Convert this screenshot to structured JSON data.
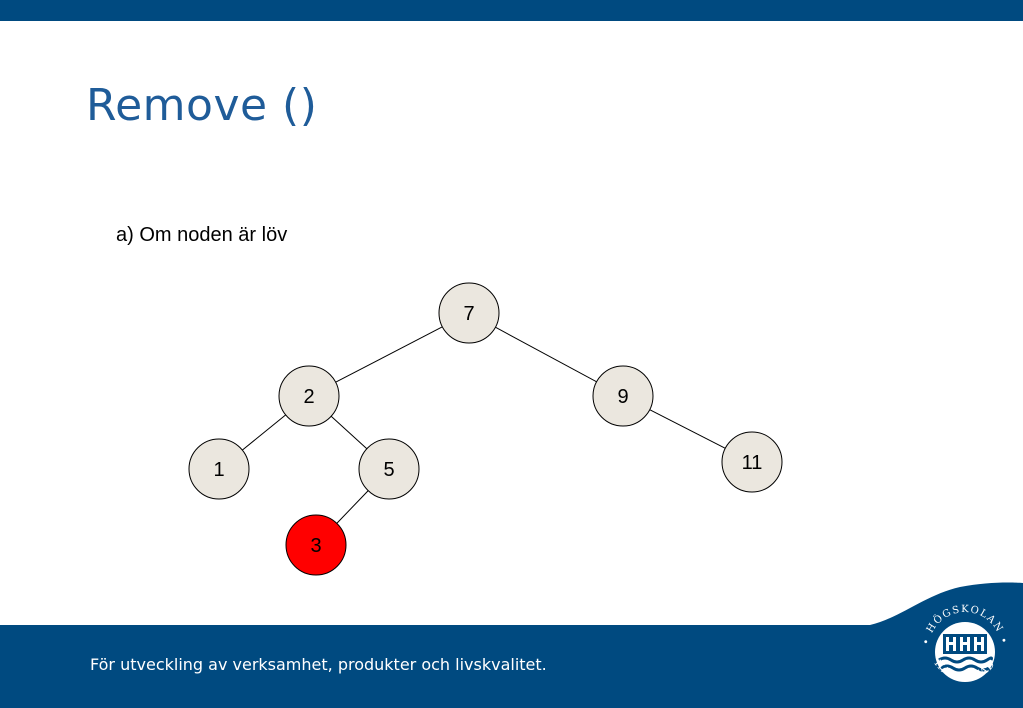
{
  "slide": {
    "title": "Remove ()",
    "subtitle": "a) Om noden är löv",
    "footer": "För utveckling av verksamhet, produkter och livskvalitet.",
    "logo_text": "HÖGSKOLAN HALMSTAD"
  },
  "tree": {
    "nodes": [
      {
        "id": "n7",
        "label": "7",
        "highlight": false
      },
      {
        "id": "n2",
        "label": "2",
        "highlight": false
      },
      {
        "id": "n9",
        "label": "9",
        "highlight": false
      },
      {
        "id": "n1",
        "label": "1",
        "highlight": false
      },
      {
        "id": "n5",
        "label": "5",
        "highlight": false
      },
      {
        "id": "n11",
        "label": "11",
        "highlight": false
      },
      {
        "id": "n3",
        "label": "3",
        "highlight": true
      }
    ],
    "edges": [
      {
        "from": "n7",
        "to": "n2"
      },
      {
        "from": "n7",
        "to": "n9"
      },
      {
        "from": "n2",
        "to": "n1"
      },
      {
        "from": "n2",
        "to": "n5"
      },
      {
        "from": "n9",
        "to": "n11"
      },
      {
        "from": "n5",
        "to": "n3"
      }
    ]
  },
  "colors": {
    "brand_blue": "#004a80",
    "title_blue": "#1f5c99",
    "node_fill": "#ebe7df",
    "highlight_fill": "#ff0000"
  }
}
